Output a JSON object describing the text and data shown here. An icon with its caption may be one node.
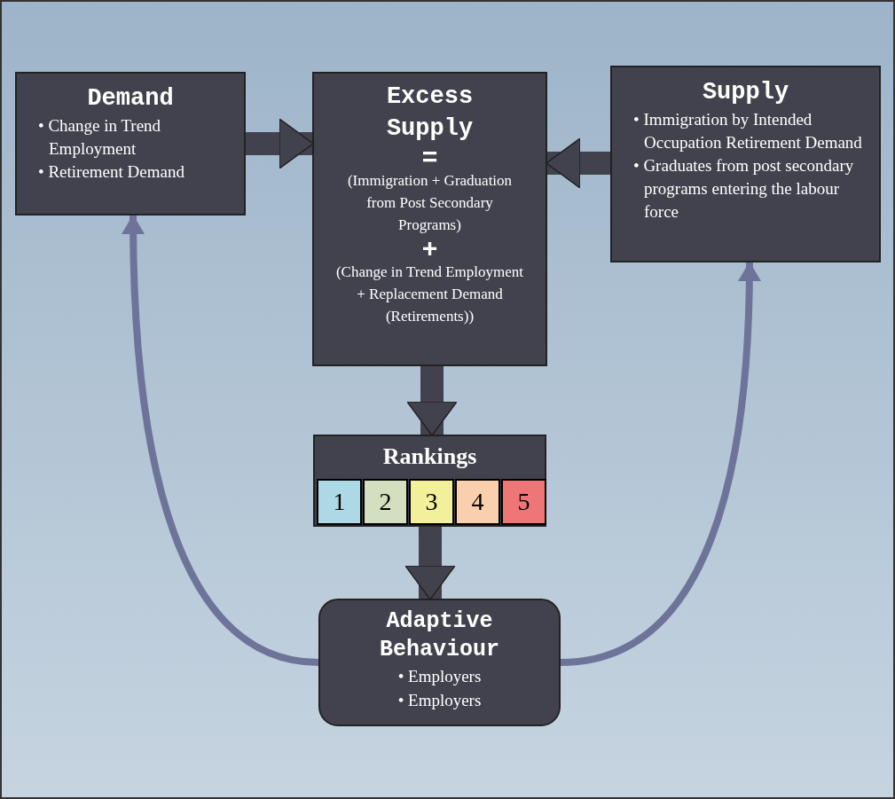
{
  "diagram": {
    "nodes": [
      {
        "text": [
          "Demand",
          "• Change in Trend Employment",
          "• Retirement Demand"
        ]
      },
      {
        "text": [
          "Excess Supply",
          "=",
          "(Immigration + Graduation from Post Secondary Programs)",
          "+",
          "(Change in Trend Employment + Replacement Demand (Retirements))"
        ]
      },
      {
        "text": [
          "Supply",
          "• Immigration by Intended Occupation Retirement Demand",
          "• Graduates from post secondary programs entering the labour force"
        ]
      },
      {
        "text": [
          "Rankings"
        ]
      },
      {
        "text": [
          "1"
        ],
        "in": 3
      },
      {
        "text": [
          "2"
        ],
        "in": 3
      },
      {
        "text": [
          "3"
        ],
        "in": 3
      },
      {
        "text": [
          "4"
        ],
        "in": 3
      },
      {
        "text": [
          "5"
        ],
        "in": 3
      },
      {
        "text": [
          "Adaptive Behaviour",
          "• Employers",
          "• Employers"
        ]
      }
    ],
    "edges": [
      {
        "from": 0,
        "to": 1,
        "arrow": "to"
      },
      {
        "from": 2,
        "to": 1,
        "arrow": "to"
      },
      {
        "from": 1,
        "to": 3,
        "arrow": "to"
      },
      {
        "from": 3,
        "to": 9,
        "arrow": "to"
      },
      {
        "from": 9,
        "to": 0,
        "arrow": "to",
        "color": "#6e7499"
      },
      {
        "from": 9,
        "to": 2,
        "arrow": "to",
        "color": "#6e7499"
      }
    ]
  }
}
